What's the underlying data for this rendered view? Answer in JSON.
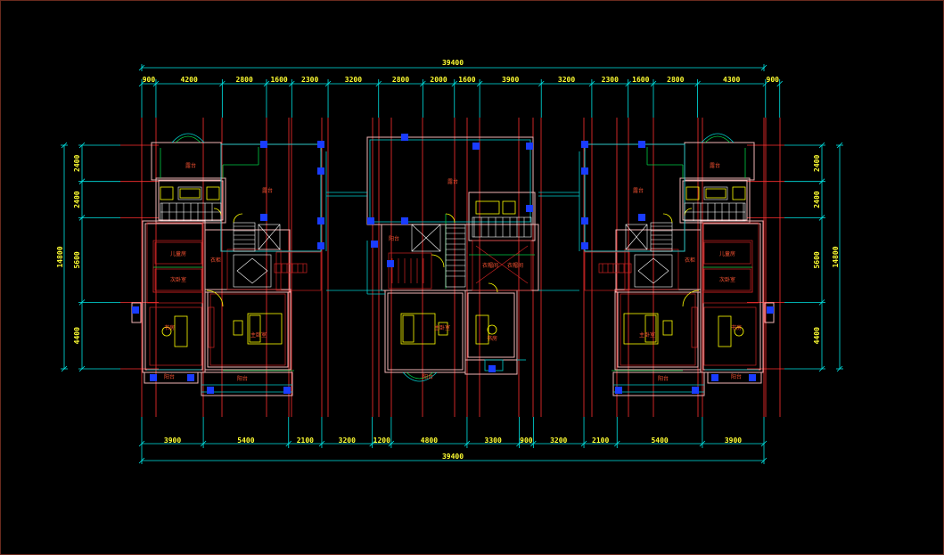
{
  "colors": {
    "background": "#000000",
    "dimension": "#00e5e5",
    "dim_text": "#ffff33",
    "axis": "#ff3030",
    "wall": "#f0b4b4",
    "wall_dark": "#cc2222",
    "window": "#00cccc",
    "column": "#1a3cff",
    "furniture": "#ffff00",
    "green": "#00cc44",
    "fixture": "#ffffff",
    "room_label": "#ff5533"
  },
  "dimensions": {
    "top_total": "39400",
    "bottom_total": "39400",
    "top_segments": [
      "900",
      "4200",
      "2800",
      "1600",
      "2300",
      "3200",
      "2800",
      "2000",
      "1600",
      "3900",
      "3200",
      "2300",
      "1600",
      "2800",
      "4300",
      "900"
    ],
    "bottom_segments": [
      "3900",
      "5400",
      "2100",
      "3200",
      "1200",
      "4800",
      "3300",
      "900",
      "3200",
      "2100",
      "5400",
      "3900"
    ],
    "left_total": "14800",
    "left_segments": [
      "2400",
      "2400",
      "5600",
      "4400"
    ],
    "right_total": "14800",
    "right_segments": [
      "2400",
      "2400",
      "5600",
      "4400"
    ]
  },
  "room_labels": {
    "unit_left": {
      "top_balcony": "露台",
      "terrace": "露台",
      "bedroom_a": "儿童房",
      "bedroom_b": "次卧室",
      "closet": "衣柜",
      "study": "书房",
      "master": "主卧室",
      "balcony_bottom_left": "阳台",
      "balcony_bottom": "阳台"
    },
    "unit_center": {
      "terrace": "露台",
      "small_room": "阳台",
      "dressing_a": "衣帽间",
      "dressing_b": "衣帽间",
      "master": "主卧室",
      "study": "书房",
      "balcony_bottom": "阳台"
    },
    "unit_right": {
      "top_balcony": "露台",
      "terrace": "露台",
      "bedroom_a": "儿童房",
      "bedroom_b": "次卧室",
      "closet": "衣柜",
      "study": "书房",
      "master": "主卧室",
      "balcony_bottom_right": "阳台",
      "balcony_bottom": "阳台"
    }
  }
}
